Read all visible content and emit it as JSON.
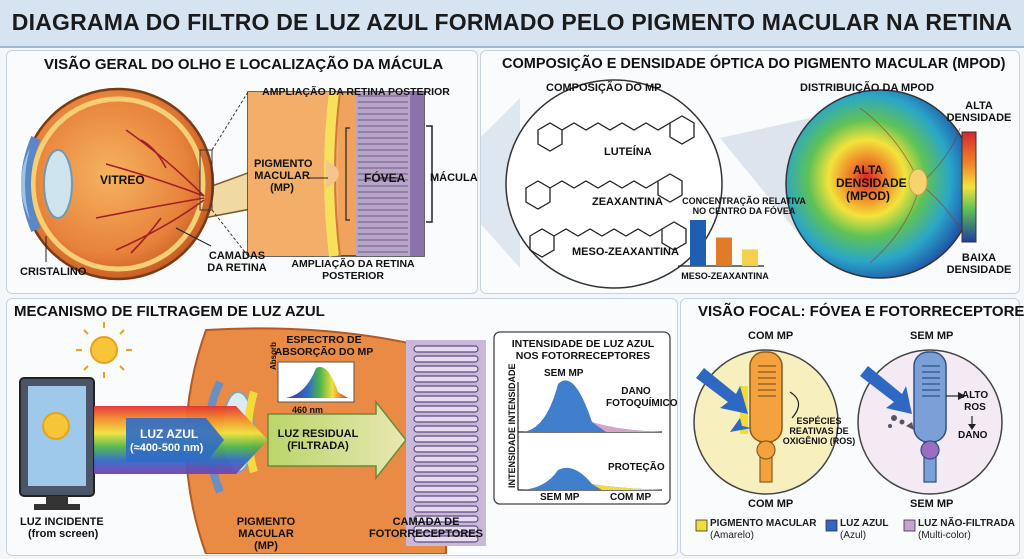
{
  "title": "DIAGRAMA DO FILTRO DE LUZ AZUL FORMADO PELO PIGMENTO MACULAR NA RETINA",
  "eye_panel": {
    "heading": "VISÃO GERAL DO OLHO E  LOCALIZAÇÃO DA MÁCULA",
    "vitreo": "VITREO",
    "cristalino": "CRISTALINO",
    "camadas": "CAMADAS DA RETINA",
    "amp_top": "AMPLIAÇÃO DA RETINA POSTERIOR",
    "amp_bottom": "AMPLIAÇÃO DA RETINA POSTERIOR",
    "pigmento": "PIGMENTO MACULAR (MP)",
    "fovea": "FÓVEA",
    "macula": "MÁCULA"
  },
  "mp_panel": {
    "heading": "COMPOSIÇÃO E DENSIDADE ÓPTICA DO PIGMENTO MACULAR (MPOD)",
    "comp_title": "COMPOSIÇÃO DO MP",
    "luteina": "LUTEÍNA",
    "zeaxantina": "ZEAXANTINA",
    "meso": "MESO-ZEAXANTINA",
    "conc_label": "CONCENTRAÇÃO RELATIVA NO CENTRO DA FÓVEA",
    "bar_axis_label": "MESO-ZEAXANTINA",
    "bars": [
      {
        "value": 1.0,
        "color": "#1f5fb3"
      },
      {
        "value": 0.62,
        "color": "#e07b27"
      },
      {
        "value": 0.36,
        "color": "#f2d24a"
      }
    ],
    "dist_title": "DISTRIBUIÇÃO DA MPOD",
    "center_label": "ALTA DENSIDADE (MPOD)",
    "scale_high": "ALTA DENSIDADE",
    "scale_low": "BAIXA DENSIDADE"
  },
  "mech_panel": {
    "heading": "MECANISMO DE FILTRAGEM DE LUZ AZUL",
    "luz_azul": "LUZ AZUL",
    "luz_range": "(≈400-500 nm)",
    "incidente": "LUZ INCIDENTE",
    "from_screen": "(from screen)",
    "spectrum_title": "ESPECTRO DE ABSORÇÃO DO MP",
    "absorb": "Absorb",
    "nm": "460 nm",
    "residual": "LUZ RESIDUAL (FILTRADA)",
    "pigmento": "PIGMENTO MACULAR (MP)",
    "camada": "CAMADA DE FOTORRECEPTORES",
    "intensity_title": "INTENSIDADE DE LUZ AZUL NOS FOTORRECEPTORES",
    "y_label": "INTENSIDADE INTENSIDADE",
    "sem_mp": "SEM MP",
    "dano": "DANO FOTOQUÍMICO",
    "protecao": "PROTEÇÃO",
    "sem_mp_bottom": "SEM MP",
    "com_mp_bottom": "COM MP"
  },
  "focal_panel": {
    "heading": "VISÃO FOCAL: FÓVEA E FOTORRECEPTORES",
    "com_mp": "COM MP",
    "sem_mp": "SEM MP",
    "com_mp_bottom": "COM MP",
    "sem_mp_bottom": "SEM MP",
    "especies": "ESPÉCIES REATIVAS DE OXIGÊNIO (ROS)",
    "alto_ros": "ALTO ROS",
    "dano": "DANO",
    "legend": [
      {
        "label": "PIGMENTO MACULAR",
        "sub": "(Amarelo)",
        "color": "#f3dc3a"
      },
      {
        "label": "LUZ AZUL",
        "sub": "(Azul)",
        "color": "#2f68c2"
      },
      {
        "label": "LUZ NÃO-FILTRADA",
        "sub": "(Multi-color)",
        "color": "#c9a0d6"
      }
    ]
  }
}
